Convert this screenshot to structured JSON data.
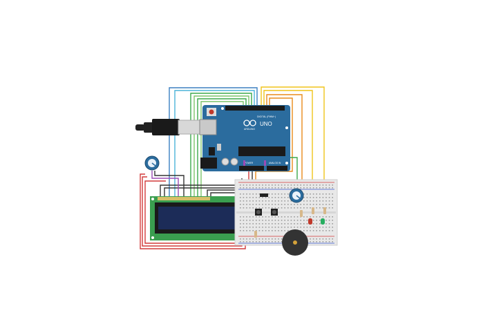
{
  "canvas": {
    "background": "#ffffff"
  },
  "arduino": {
    "board_color": "#2b6c9e",
    "logo_text": "UNO",
    "brand_text": "ARDUINO",
    "header_labels": {
      "digital": "DIGITAL (PWM~)",
      "power": "POWER",
      "analog": "ANALOG IN"
    }
  },
  "usb_cable": {
    "color": "#222222"
  },
  "lcd": {
    "board_color": "#3a9e4f",
    "screen_color": "#1c2c58",
    "text_lines": [
      "",
      ""
    ]
  },
  "breadboard": {
    "color": "#e8e8e8",
    "rail_red": "#d23a3a",
    "rail_blue": "#3a5ad2"
  },
  "components": {
    "potentiometer_lcd": {
      "color": "#2b6c9e"
    },
    "potentiometer_board": {
      "color": "#2b6c9e"
    },
    "led_red": {
      "color": "#c0392b"
    },
    "led_green": {
      "color": "#27ae60"
    },
    "buzzer": {
      "color": "#333333",
      "center_color": "#d4a23a"
    },
    "pushbuttons": {
      "count": 2
    }
  },
  "wire_colors": {
    "blue": "#3a7fc1",
    "cyan": "#4bb3d8",
    "green": "#3aa84a",
    "light_green": "#7cc46a",
    "yellow": "#f0c419",
    "orange": "#e88a1a",
    "red": "#d23a3a",
    "dark": "#333333",
    "purple": "#9b4bb5"
  }
}
